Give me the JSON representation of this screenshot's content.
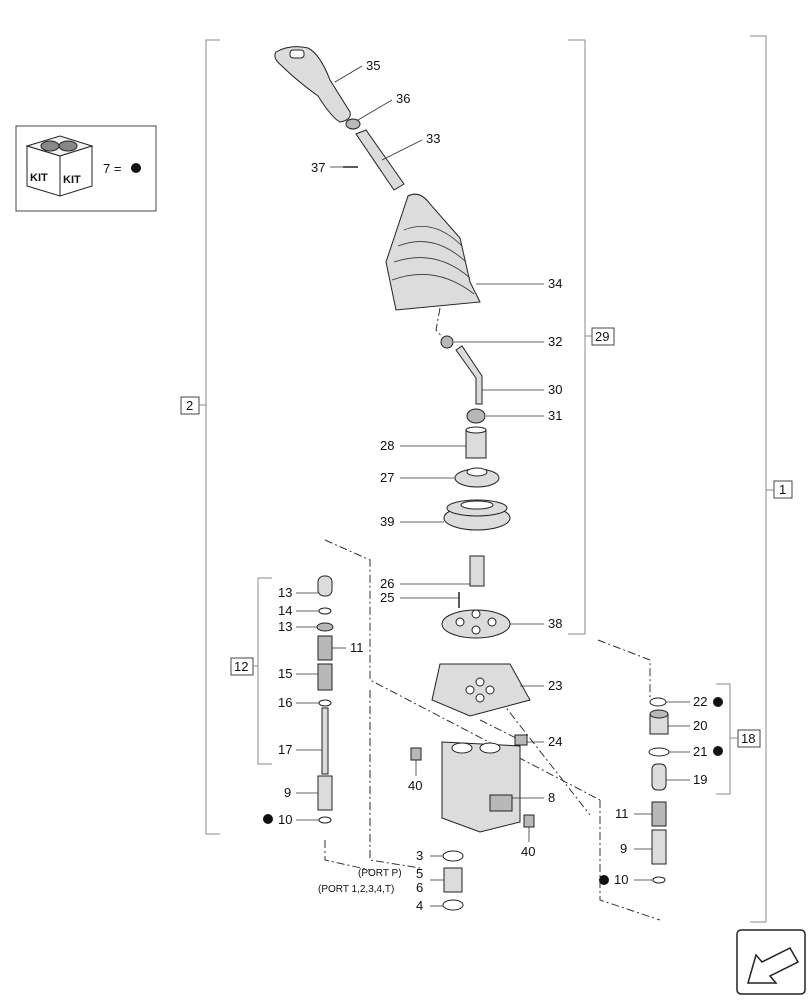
{
  "legend": {
    "kit_word_left": "KIT",
    "kit_word_right": "KIT",
    "equation": "7 ="
  },
  "parts": {
    "p35": "35",
    "p36": "36",
    "p33": "33",
    "p37": "37",
    "p34": "34",
    "p32": "32",
    "p30": "30",
    "p31": "31",
    "p28": "28",
    "p27": "27",
    "p39": "39",
    "p26": "26",
    "p25": "25",
    "p38": "38",
    "p23": "23",
    "p24": "24",
    "p40a": "40",
    "p40b": "40",
    "p8": "8",
    "p3": "3",
    "p5": "5",
    "p6": "6",
    "p4": "4",
    "l13a": "13",
    "l14": "14",
    "l13b": "13",
    "l11": "11",
    "l15": "15",
    "l16": "16",
    "l17": "17",
    "l9": "9",
    "l10": "10",
    "r22": "22",
    "r20": "20",
    "r21": "21",
    "r19": "19",
    "r11": "11",
    "r9": "9",
    "r10": "10"
  },
  "port_labels": {
    "port_p": "(PORT P)",
    "port_all": "(PORT 1,2,3,4,T)"
  },
  "group_boxes": {
    "g29": "29",
    "g2": "2",
    "g1": "1",
    "g12": "12",
    "g18": "18"
  },
  "colors": {
    "ink": "#111111",
    "part_fill": "#dcdcdc",
    "bracket": "#888888"
  },
  "icons": [
    "kit-box-icon",
    "kit-dot-icon",
    "nav-arrow-icon"
  ]
}
